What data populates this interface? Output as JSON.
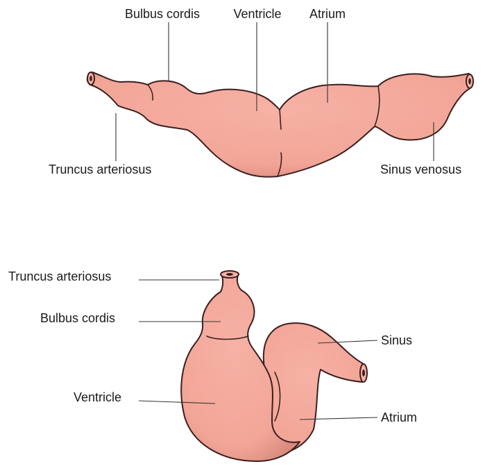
{
  "colors": {
    "tissue_fill": "#f2a597",
    "tissue_shade": "#c97a6c",
    "outline": "#3b1f1f",
    "background": "#ffffff"
  },
  "diagram_top": {
    "labels": {
      "bulbus_cordis": "Bulbus cordis",
      "ventricle": "Ventricle",
      "atrium": "Atrium",
      "truncus_arteriosus": "Truncus arteriosus",
      "sinus_venosus": "Sinus venosus"
    }
  },
  "diagram_bottom": {
    "labels": {
      "truncus_arteriosus": "Truncus arteriosus",
      "bulbus_cordis": "Bulbus cordis",
      "ventricle": "Ventricle",
      "sinus": "Sinus",
      "atrium": "Atrium"
    }
  }
}
